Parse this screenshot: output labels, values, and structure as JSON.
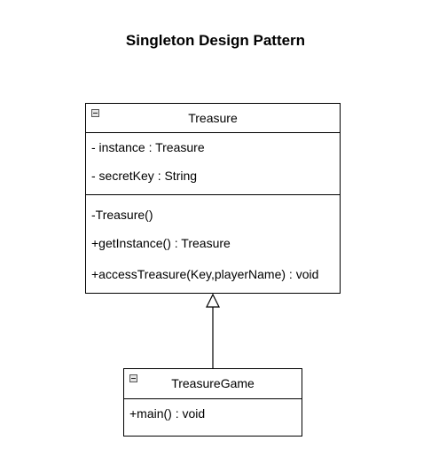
{
  "diagram": {
    "title": "Singleton Design Pattern",
    "classes": {
      "treasure": {
        "name": "Treasure",
        "attributes": [
          "- instance : Treasure",
          "- secretKey : String"
        ],
        "methods": [
          "-Treasure()",
          "+getInstance() : Treasure",
          "+accessTreasure(Key,playerName) : void"
        ]
      },
      "treasure_game": {
        "name": "TreasureGame",
        "attributes": [],
        "methods": [
          "+main() : void"
        ]
      }
    },
    "relationships": [
      {
        "type": "generalization",
        "from": "TreasureGame",
        "to": "Treasure"
      }
    ]
  }
}
